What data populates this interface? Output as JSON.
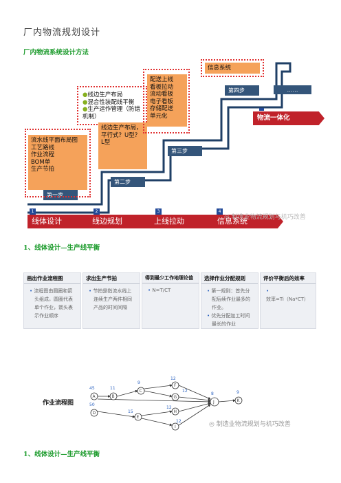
{
  "page_title": "厂内物流规划设计",
  "sections": {
    "s1": "厂内物流系统设计方法",
    "s2": "1、线体设计—生产线平衡",
    "s3": "1、线体设计—生产线平衡"
  },
  "stairs": {
    "steps": [
      "第一步",
      "第二步",
      "第三步",
      "第四步"
    ],
    "ellipsis": "……",
    "box1": [
      "流水线平面布局图",
      "工艺路线",
      "作业流程",
      "BOM单",
      "生产节拍"
    ],
    "box2": [
      "线边生产布局",
      "混合性装配线平衡",
      "生产运作管理（防错机制）"
    ],
    "box3": [
      "线边生产布局，",
      "平行式？U型？",
      "L型"
    ],
    "box4": [
      "配送上线",
      "看板拉动",
      "流动看板",
      "电子看板",
      "存储配送",
      "单元化"
    ],
    "box5": "信息系统",
    "goal": "物流一体化",
    "chevrons": [
      "线体设计",
      "线边规划",
      "上线拉动",
      "信息系统"
    ],
    "nums": [
      "1",
      "2",
      "3",
      "4"
    ],
    "watermark": "制造业物流规划与机巧改善"
  },
  "process": [
    {
      "title": "画出作业流程图",
      "body": [
        "流程图由圆圈和箭",
        "头组成，圆圈代表",
        "单个作业，箭头表",
        "示作业顺序"
      ]
    },
    {
      "title": "求出生产节拍",
      "body": [
        "节拍是指流水线上",
        "连续生产两件相同",
        "产品的时间间隔"
      ]
    },
    {
      "title": "得到最少工作地理论值",
      "body": [
        "N=T/CT"
      ]
    },
    {
      "title": "选择作业分配规则",
      "body": [
        "第一规则：首先分",
        "配后续作业最多的",
        "作业。",
        "优先分配加工时间",
        "最长的作业"
      ]
    },
    {
      "title": "评价平衡后的效率",
      "body": [
        "效率=Ti（Na*CT）"
      ]
    }
  ],
  "flow": {
    "label": "作业流程图",
    "nodes": [
      "A",
      "B",
      "C",
      "D",
      "E",
      "F",
      "G",
      "H",
      "I",
      "J",
      "K"
    ],
    "times": [
      "45",
      "11",
      "9",
      "50",
      "15",
      "12",
      "12",
      "12",
      "12",
      "8",
      "9"
    ],
    "watermark": "制造业物流规划与机巧改善"
  }
}
